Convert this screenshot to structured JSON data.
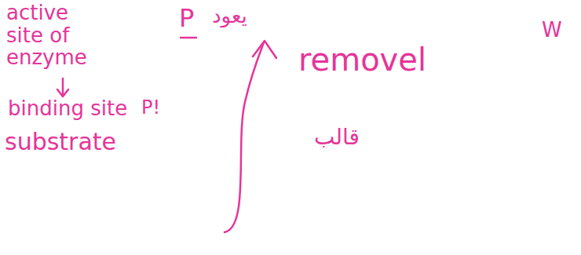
{
  "diagram": {
    "labels": [
      "active site of enzyme",
      "binding site",
      "P!",
      "substrate",
      "P",
      "يعود",
      "removel",
      "قالب",
      "W"
    ]
  }
}
